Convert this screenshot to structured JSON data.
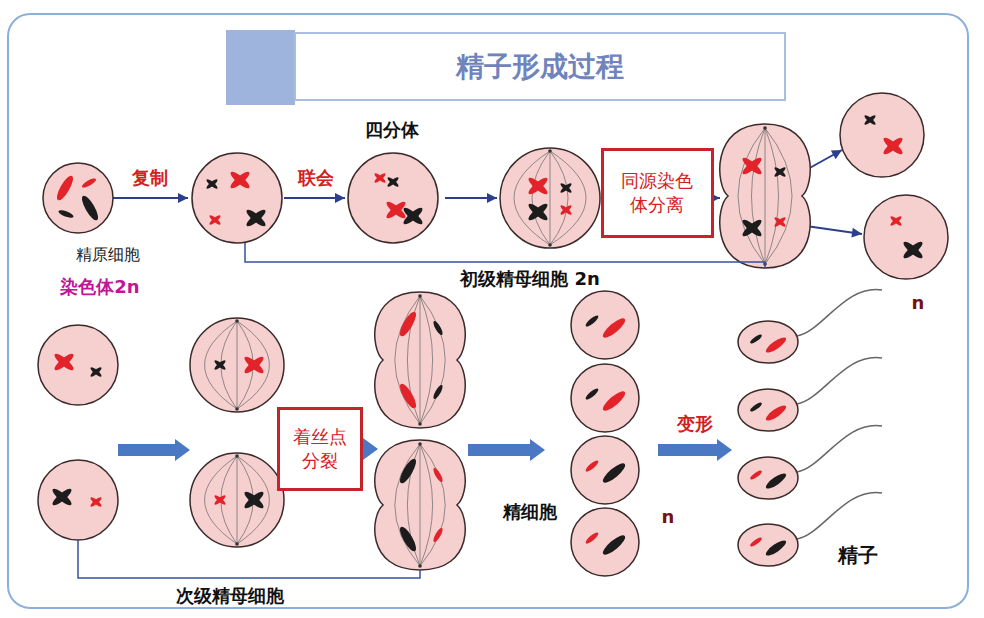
{
  "diagram": {
    "title": "精子形成过程",
    "nodes": [
      {
        "text": [
          "同源染色体分离"
        ]
      },
      {
        "text": [
          "着丝点分裂"
        ]
      }
    ],
    "labels": [
      "四分体",
      "复制",
      "联会",
      "精原细胞",
      "染色体2n",
      "初级精母细胞 2n",
      "n",
      "变形",
      "精细胞",
      "n",
      "精子",
      "次级精母细胞"
    ]
  }
}
